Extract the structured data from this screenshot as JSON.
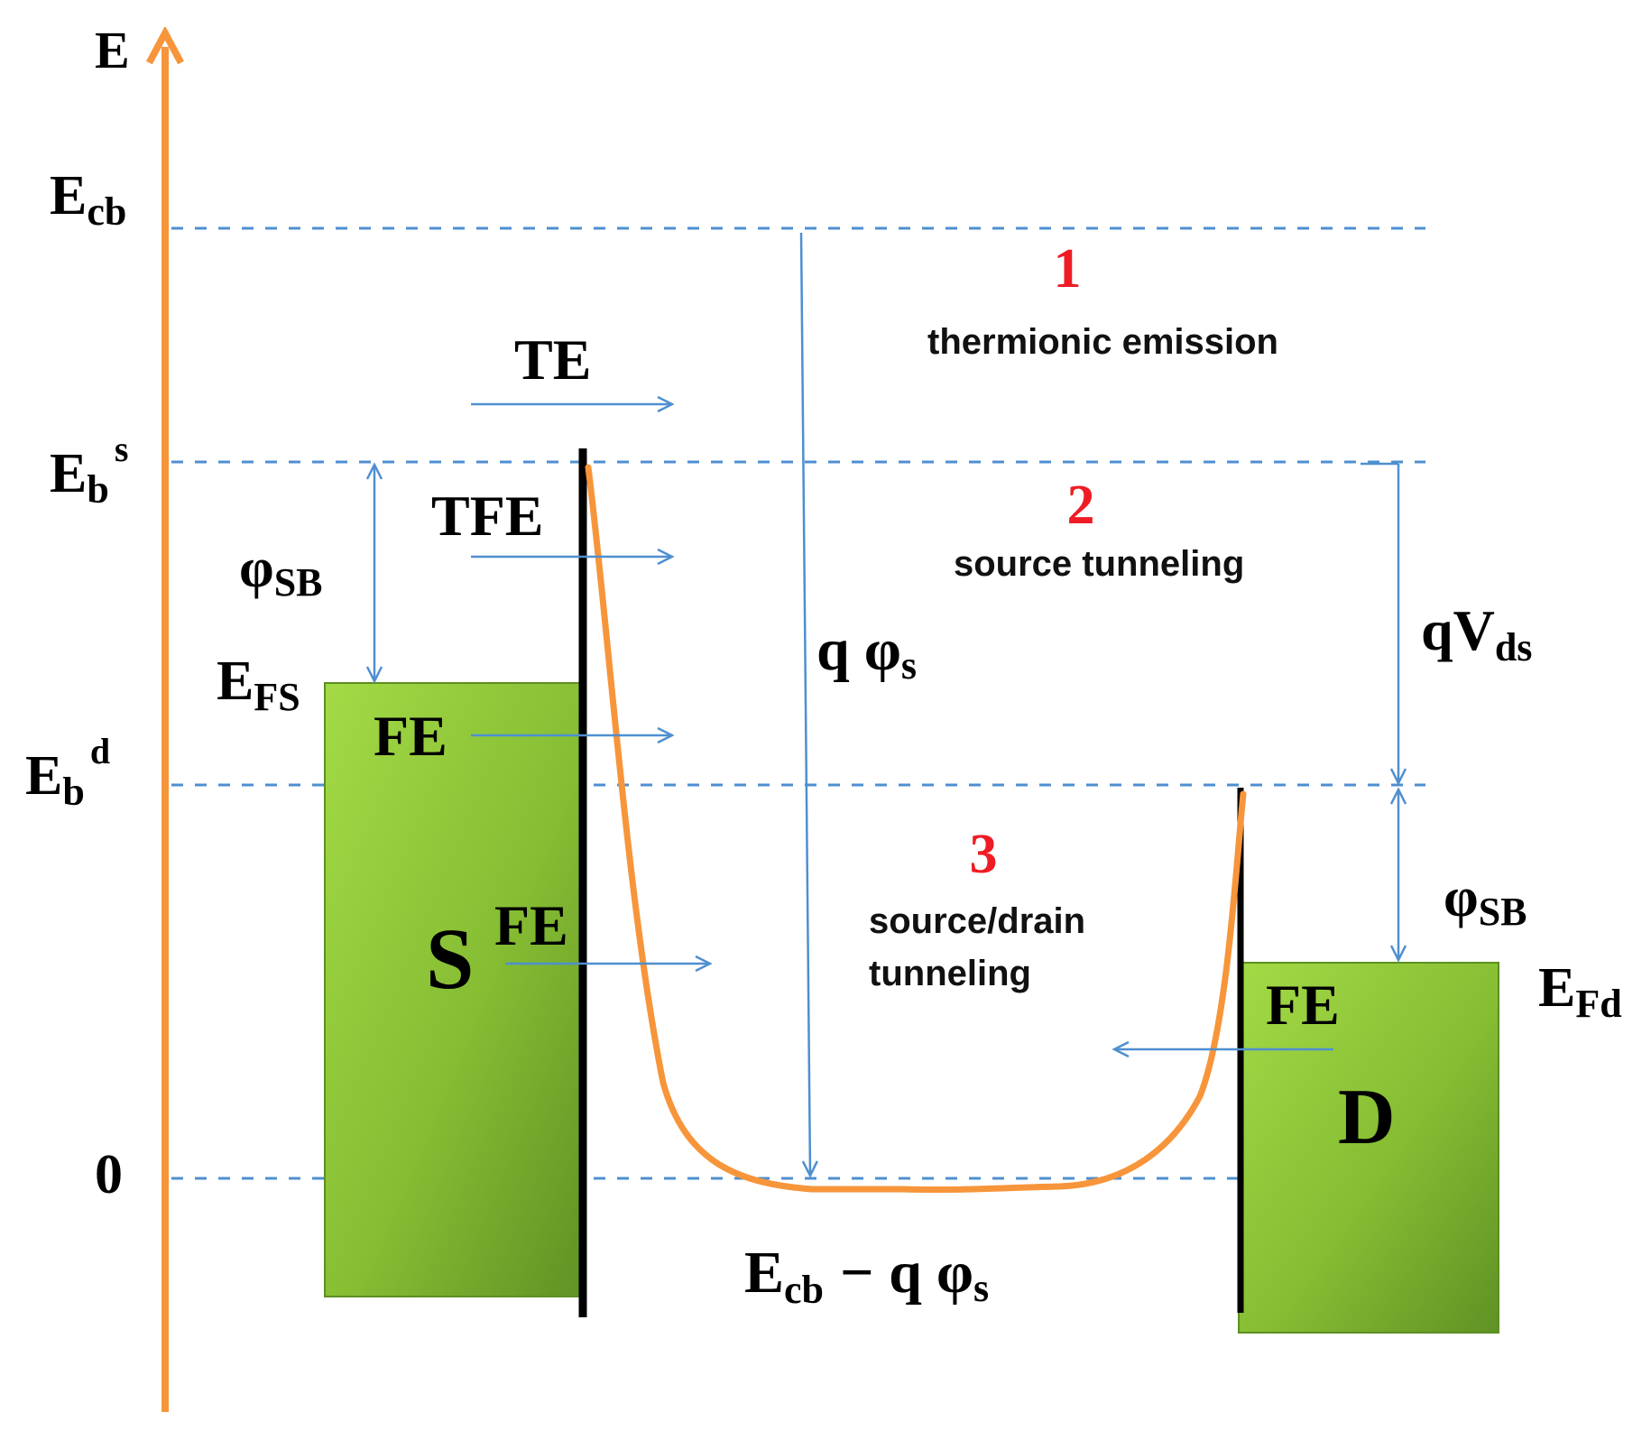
{
  "axis": {
    "e_label": "E",
    "ecb": {
      "main": "E",
      "sub": "cb"
    },
    "ebs": {
      "main": "E",
      "sub": "b",
      "sup": "s"
    },
    "ebd": {
      "main": "E",
      "sub": "b",
      "sup": "d"
    },
    "zero": "0"
  },
  "labels": {
    "phi_sb_left": {
      "main": "φ",
      "sub": "SB"
    },
    "phi_sb_right": {
      "main": "φ",
      "sub": "SB"
    },
    "efs": {
      "main": "E",
      "sub": "FS"
    },
    "efd": {
      "main": "E",
      "sub": "Fd"
    },
    "te": "TE",
    "tfe": "TFE",
    "fe_source_top": "FE",
    "fe_source_mid": "FE",
    "fe_drain": "FE",
    "source": "S",
    "drain": "D",
    "q_phi_s": {
      "q": "q",
      "phi": "φ",
      "sub": "s"
    },
    "q_vds": {
      "q": "qV",
      "sub": "ds"
    },
    "bottom_expr": {
      "e": "E",
      "sub": "cb",
      "mid": "− q",
      "phi": "φ",
      "sub2": "s"
    }
  },
  "regions": [
    {
      "number": "1",
      "lines": [
        "thermionic emission"
      ]
    },
    {
      "number": "2",
      "lines": [
        "source tunneling"
      ]
    },
    {
      "number": "3",
      "lines": [
        "source/drain",
        "tunneling"
      ]
    }
  ],
  "colors": {
    "axis_orange": "#f7953b",
    "band_orange": "#f7953b",
    "dash_blue": "#4f8fd0",
    "block_green_light": "#9ad23e",
    "block_green_dark": "#5d8f22",
    "region_red": "#ee1c25"
  }
}
